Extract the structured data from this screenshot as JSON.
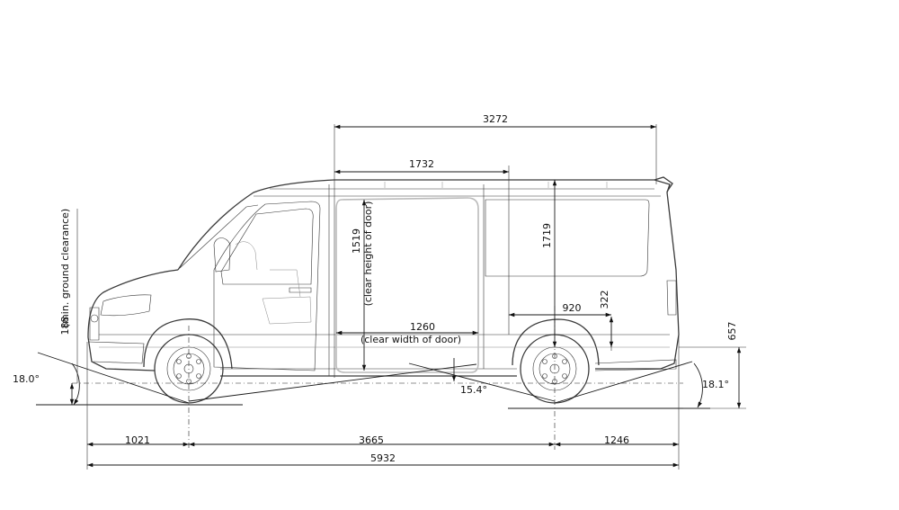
{
  "dimensions": {
    "overall_length": "5932",
    "front_overhang": "1021",
    "wheelbase": "3665",
    "rear_overhang": "1246",
    "cargo_length": "3272",
    "door_to_partition": "1732",
    "cargo_height": "1719",
    "door_clear_height_value": "1519",
    "door_clear_height_label": "(clear height of door)",
    "door_clear_width_value": "1260",
    "door_clear_width_label": "(clear width of door)",
    "wheel_arch_width": "920",
    "wheel_arch_height": "322",
    "load_sill_height": "657",
    "ground_clearance_value": "188",
    "ground_clearance_label": "(min. ground clearance)",
    "approach_angle": "18.0°",
    "ramp_angle": "15.4°",
    "departure_angle": "18.1°"
  }
}
